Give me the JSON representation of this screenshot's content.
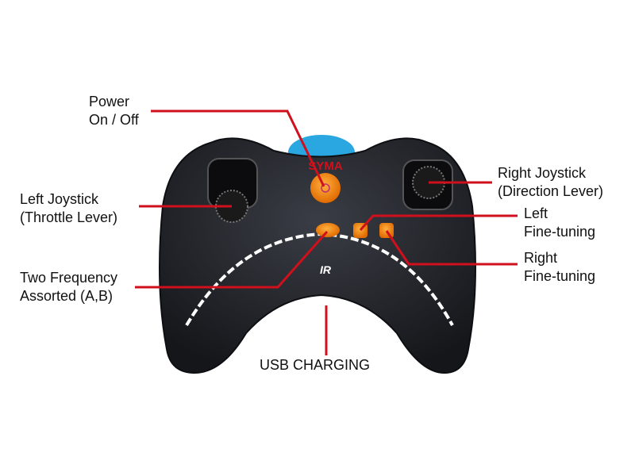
{
  "brand": "SYMA",
  "controller_marks": {
    "ir": "IR"
  },
  "labels": {
    "power": {
      "line1": "Power",
      "line2": "On / Off"
    },
    "left_joystick": {
      "line1": "Left Joystick",
      "line2": "(Throttle Lever)"
    },
    "right_joystick": {
      "line1": "Right Joystick",
      "line2": "(Direction Lever)"
    },
    "left_fine_tuning": {
      "line1": "Left",
      "line2": "Fine-tuning"
    },
    "right_fine_tuning": {
      "line1": "Right",
      "line2": "Fine-tuning"
    },
    "frequency": {
      "line1": "Two Frequency",
      "line2": "Assorted (A,B)"
    },
    "usb": {
      "line1": "USB CHARGING"
    }
  },
  "colors": {
    "leader": "#d0101c",
    "body": "#23252b",
    "button": "#f07a10",
    "led": "#2aa7e0"
  }
}
